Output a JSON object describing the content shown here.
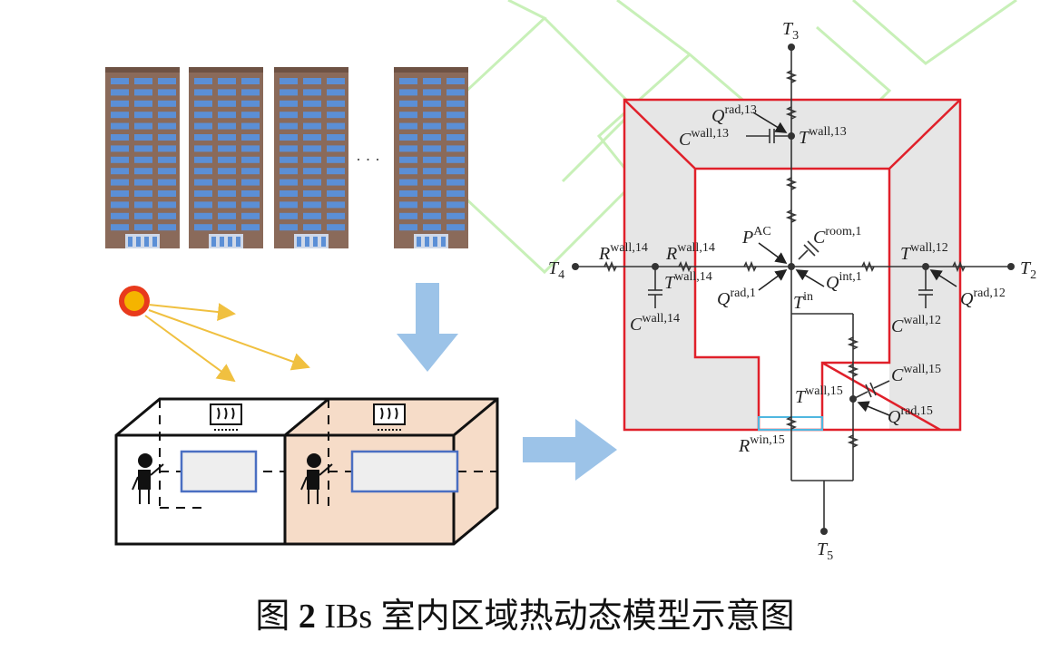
{
  "caption": {
    "prefix": "图",
    "number": "2",
    "title": "IBs 室内区域热动态模型示意图"
  },
  "ellipsis": "· · ·",
  "labels": {
    "T3": {
      "base": "T",
      "sub": "3"
    },
    "T2": {
      "base": "T",
      "sub": "2"
    },
    "T4": {
      "base": "T",
      "sub": "4"
    },
    "T5": {
      "base": "T",
      "sub": "5"
    },
    "Qrad13": {
      "base": "Q",
      "sup": "rad,13"
    },
    "Twall13": {
      "base": "T",
      "sup": "wall,13"
    },
    "Cwall13": {
      "base": "C",
      "sup": "wall,13"
    },
    "Rwall14a": {
      "base": "R",
      "sup": "wall,14"
    },
    "Rwall14b": {
      "base": "R",
      "sup": "wall,14"
    },
    "Twall14": {
      "base": "T",
      "sup": "wall,14"
    },
    "Cwall14": {
      "base": "C",
      "sup": "wall,14"
    },
    "PAC": {
      "base": "P",
      "sup": "AC"
    },
    "Croom1": {
      "base": "C",
      "sup": "room,1"
    },
    "Qrad1": {
      "base": "Q",
      "sup": "rad,1"
    },
    "Qint1": {
      "base": "Q",
      "sup": "int,1"
    },
    "Tin": {
      "base": "T",
      "sup": "in"
    },
    "Twall12": {
      "base": "T",
      "sup": "wall,12"
    },
    "Qrad12": {
      "base": "Q",
      "sup": "rad,12"
    },
    "Cwall12": {
      "base": "C",
      "sup": "wall,12"
    },
    "Cwall15": {
      "base": "C",
      "sup": "wall,15"
    },
    "Twall15": {
      "base": "T",
      "sup": "wall,15"
    },
    "Qrad15": {
      "base": "Q",
      "sup": "rad,15"
    },
    "Rwin15": {
      "base": "R",
      "sup": "win,15"
    }
  },
  "colors": {
    "building": "#8a6a5a",
    "window": "#5b8fd6",
    "sun": "#e83a1c",
    "sun_core": "#f5b400",
    "ray": "#f0c040",
    "arrow": "#9cc3e8",
    "wall_frame": "#e0202a",
    "wall_fill": "#e6e6e6",
    "room2": "#f6dcc8",
    "window_pane": "#4a6fc2",
    "win_strip": "#4fb7e0"
  }
}
